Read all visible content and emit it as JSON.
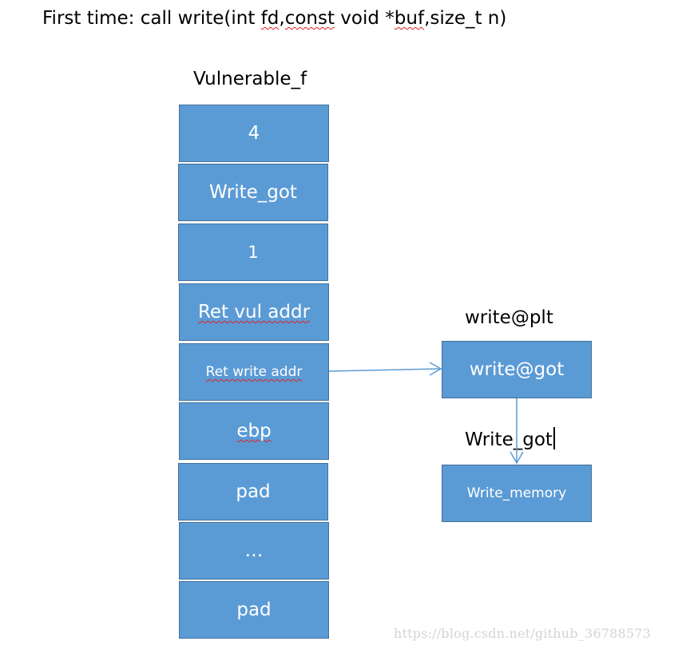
{
  "title": {
    "prefix": "First time: call write(int ",
    "fd": "fd",
    "sep1": ",",
    "const": "const",
    "mid": " void *",
    "buf": "buf",
    "suffix": ",size_t n)"
  },
  "stack": {
    "label": "Vulnerable_f",
    "cells": [
      {
        "text": "4"
      },
      {
        "text": "Write_got"
      },
      {
        "text": "1"
      },
      {
        "text": "Ret vul addr"
      },
      {
        "text": "Ret write addr"
      },
      {
        "text": "ebp"
      },
      {
        "text": "pad"
      },
      {
        "text": "…"
      },
      {
        "text": "pad"
      }
    ]
  },
  "plt": {
    "label": "write@plt",
    "box": "write@got"
  },
  "got": {
    "label": "Write_got",
    "box": "Write_memory"
  },
  "colors": {
    "box_fill": "#5b9bd5",
    "box_border": "#41719c",
    "arrow": "#5b9bd5"
  },
  "watermark": "https://blog.csdn.net/github_36788573"
}
